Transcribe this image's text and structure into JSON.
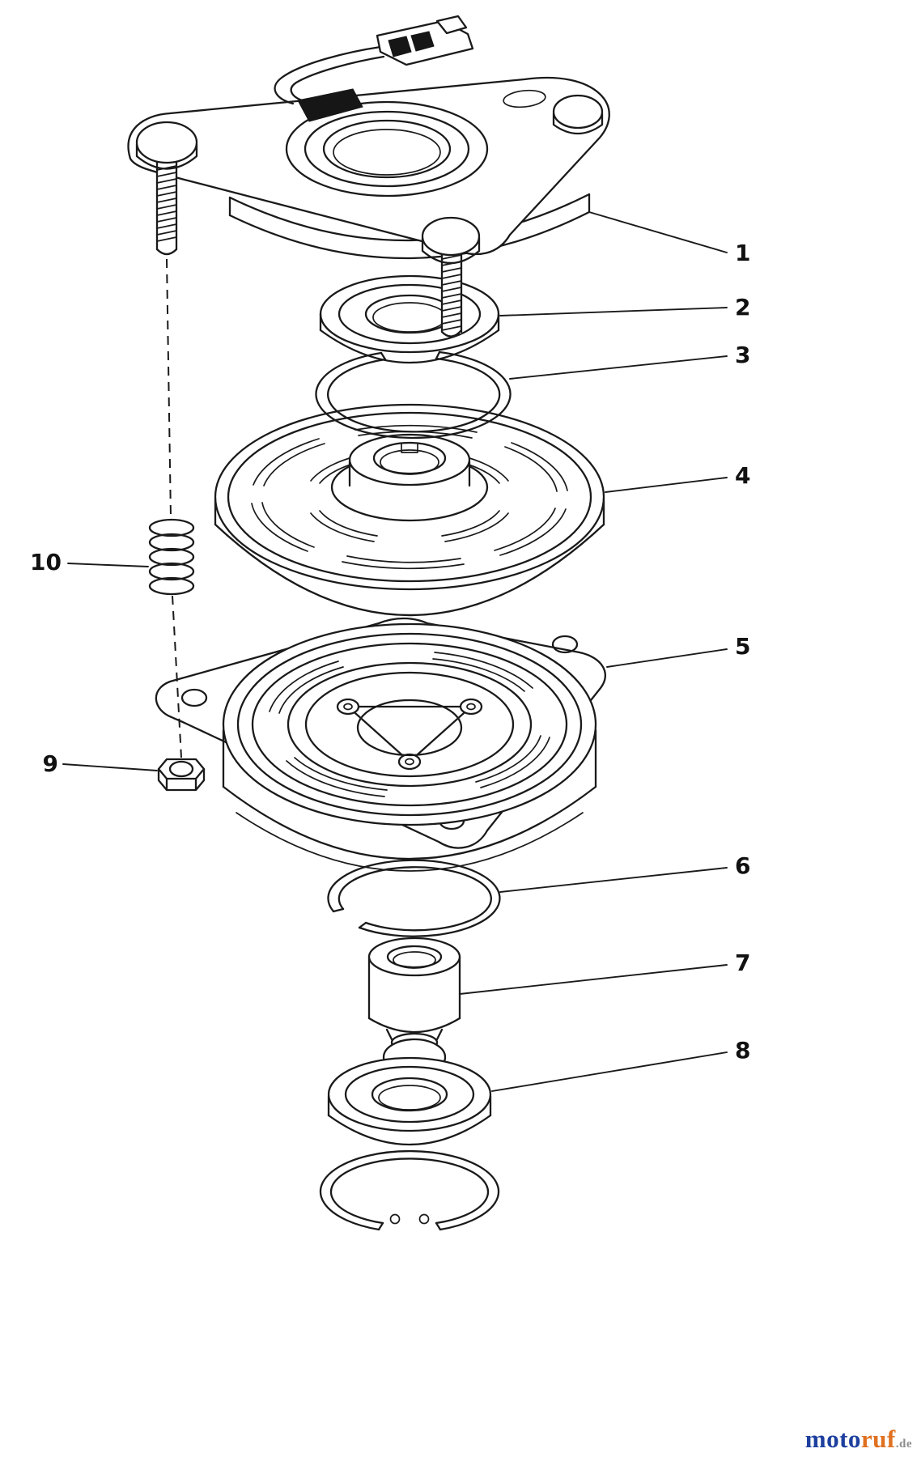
{
  "diagram": {
    "ink_color": "#1a1a1a",
    "background_color": "#ffffff",
    "callouts": [
      {
        "label": "1"
      },
      {
        "label": "2"
      },
      {
        "label": "3"
      },
      {
        "label": "4"
      },
      {
        "label": "5"
      },
      {
        "label": "6"
      },
      {
        "label": "7"
      },
      {
        "label": "8"
      },
      {
        "label": "9"
      },
      {
        "label": "10"
      }
    ]
  },
  "watermark": {
    "text_primary": "moto",
    "text_secondary": "ruf",
    "text_suffix": ".de",
    "primary_color": "#1d3f9e",
    "secondary_color": "#e07020",
    "suffix_color": "#8c8c8c"
  }
}
